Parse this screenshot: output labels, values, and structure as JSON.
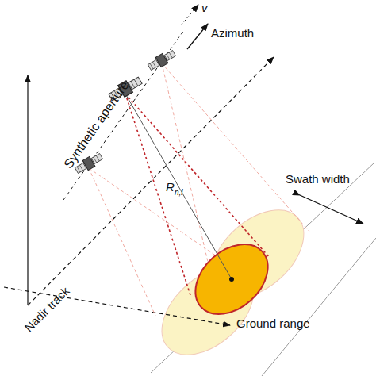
{
  "diagram": {
    "labels": [
      "v",
      "Azimuth",
      "Synthetic aperture",
      "R",
      "n,l",
      "Swath width",
      "Nadir track",
      "Ground range"
    ]
  }
}
